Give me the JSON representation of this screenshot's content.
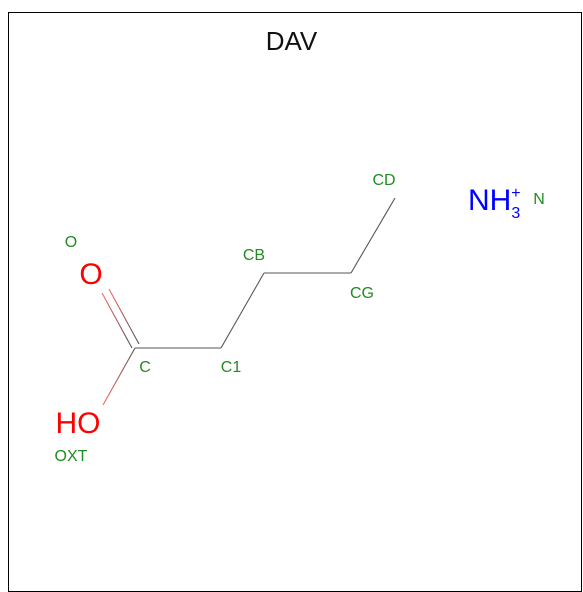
{
  "title": "DAV",
  "colors": {
    "bond": "#555555",
    "oxygen": "#ff0000",
    "nitrogen": "#0000ff",
    "atom_name": "#228b22",
    "frame": "#000000",
    "title": "#111111"
  },
  "atom_names": {
    "o": "O",
    "c": "C",
    "oxt": "OXT",
    "c1": "C1",
    "cb": "CB",
    "cg": "CG",
    "cd": "CD",
    "n": "N"
  },
  "elements": {
    "o": "O",
    "ho": "HO",
    "nh": "NH",
    "nh_sub": "3",
    "nh_charge": "+"
  }
}
